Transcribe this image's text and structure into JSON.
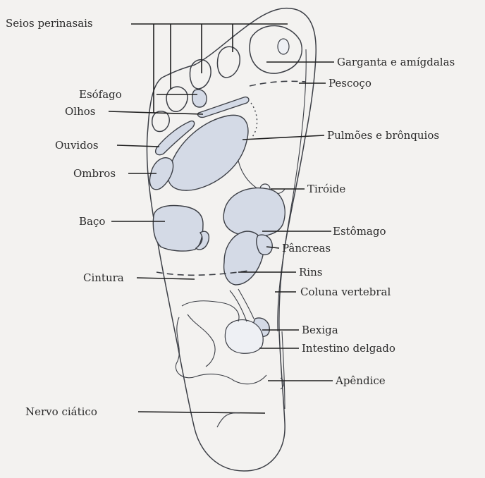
{
  "labels": {
    "seios_perinasais": "Seios perinasais",
    "garganta": "Garganta e amígdalas",
    "pescoco": "Pescoço",
    "esofago": "Esófago",
    "olhos": "Olhos",
    "ouvidos": "Ouvidos",
    "pulmoes": "Pulmões e brônquios",
    "ombros": "Ombros",
    "tiroide": "Tiróide",
    "baco": "Baço",
    "estomago": "Estômago",
    "pancreas": "Pâncreas",
    "cintura": "Cintura",
    "rins": "Rins",
    "coluna": "Coluna vertebral",
    "bexiga": "Bexiga",
    "intestino": "Intestino delgado",
    "apendice": "Apêndice",
    "nervo": "Nervo ciático"
  },
  "colors": {
    "organ_fill": "#d4dae6",
    "line": "#1e1e1e",
    "outline": "#3c3f46",
    "background": "#f3f2f0"
  }
}
